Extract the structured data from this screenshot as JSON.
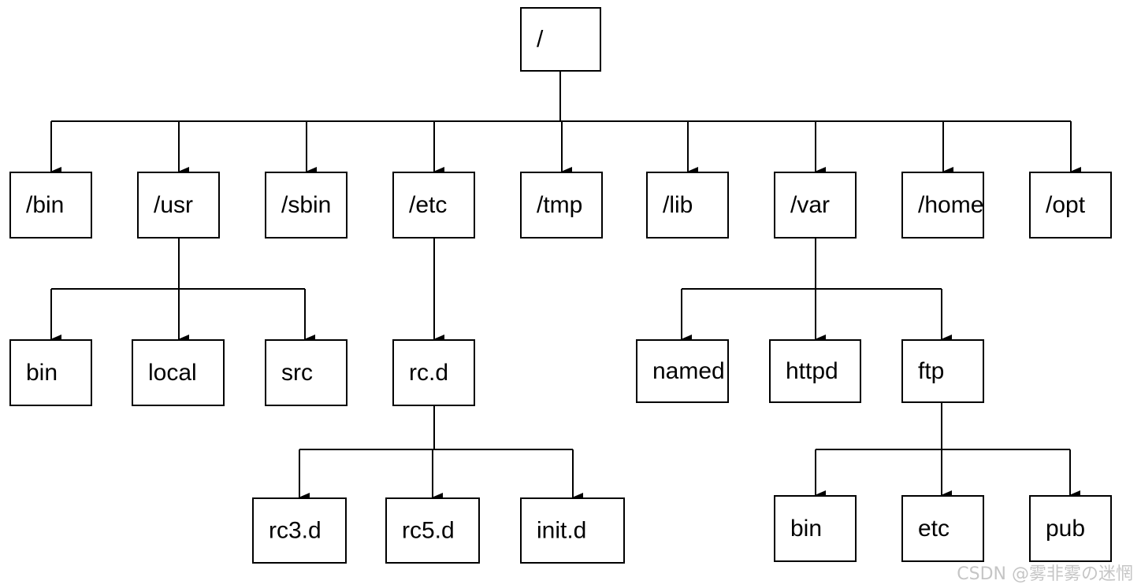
{
  "diagram": {
    "root": {
      "label": "/"
    },
    "level1": [
      {
        "label": "/bin"
      },
      {
        "label": "/usr"
      },
      {
        "label": "/sbin"
      },
      {
        "label": "/etc"
      },
      {
        "label": "/tmp"
      },
      {
        "label": "/lib"
      },
      {
        "label": "/var"
      },
      {
        "label": "/home"
      },
      {
        "label": "/opt"
      }
    ],
    "usr_children": [
      {
        "label": "bin"
      },
      {
        "label": "local"
      },
      {
        "label": "src"
      }
    ],
    "etc_children": [
      {
        "label": "rc.d"
      }
    ],
    "rcd_children": [
      {
        "label": "rc3.d"
      },
      {
        "label": "rc5.d"
      },
      {
        "label": "init.d"
      }
    ],
    "var_children": [
      {
        "label": "named"
      },
      {
        "label": "httpd"
      },
      {
        "label": "ftp"
      }
    ],
    "ftp_children": [
      {
        "label": "bin"
      },
      {
        "label": "etc"
      },
      {
        "label": "pub"
      }
    ]
  },
  "watermark": "CSDN @雾非雾の迷惘"
}
